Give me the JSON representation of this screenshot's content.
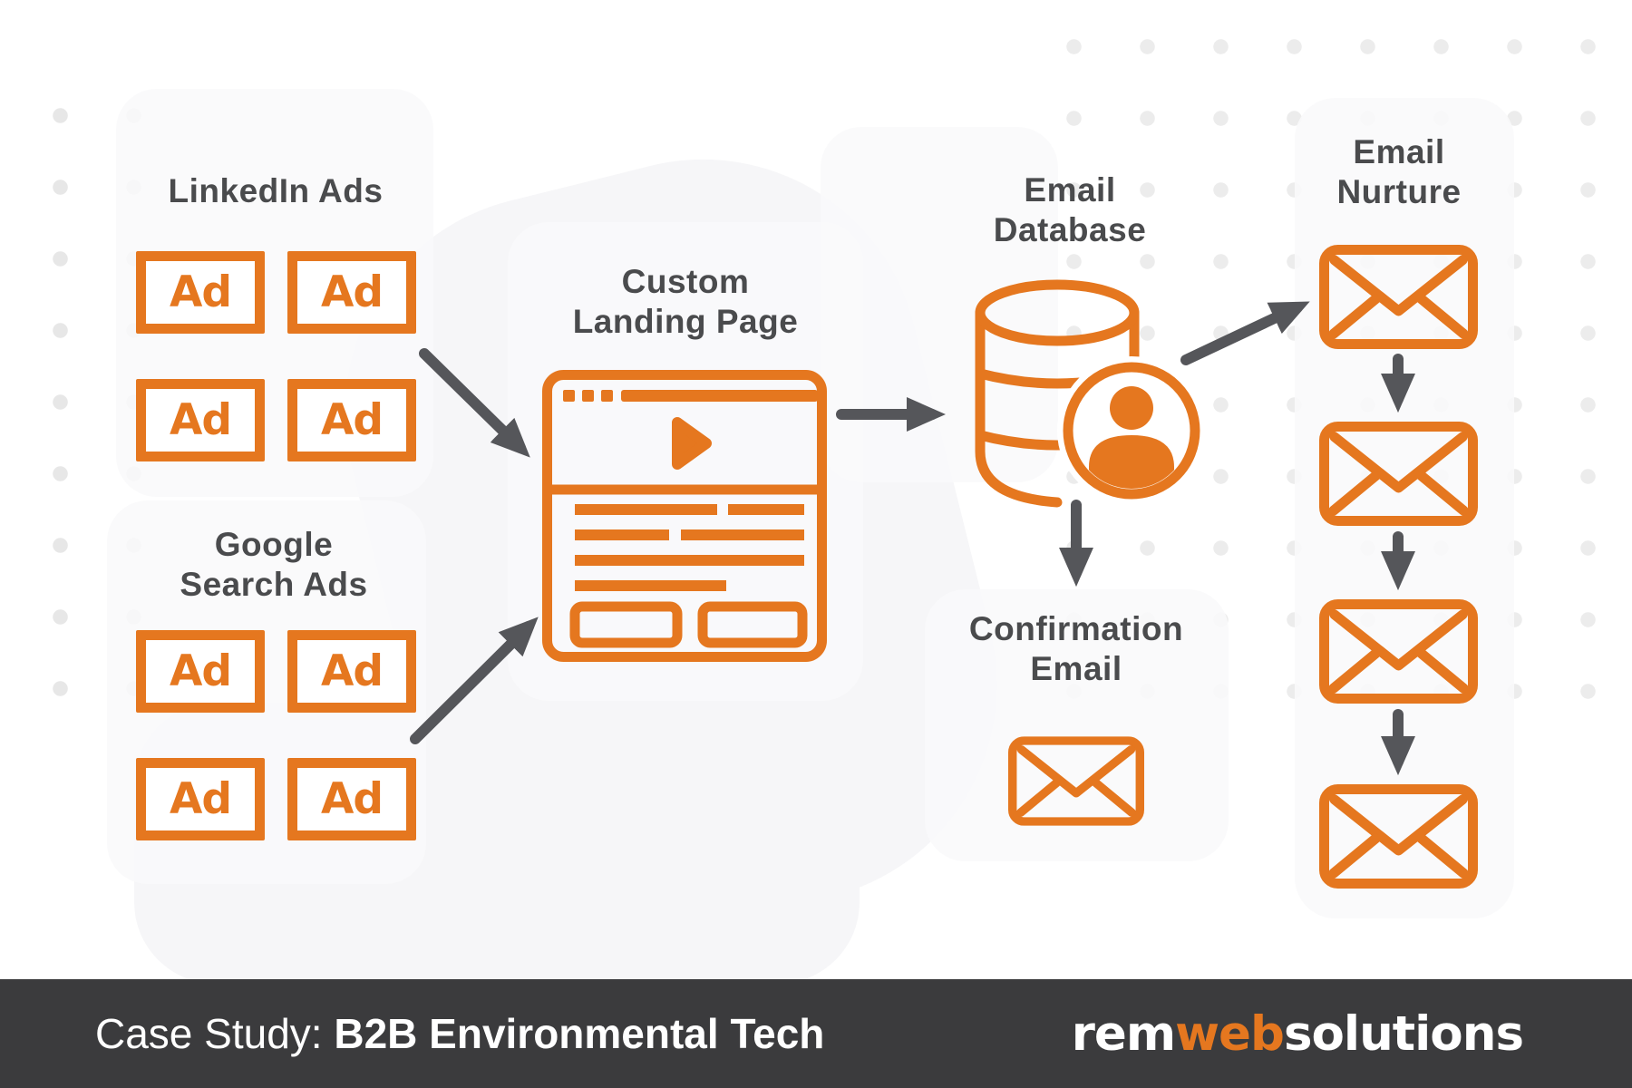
{
  "colors": {
    "accent_orange": "#e5771f",
    "arrow_gray": "#55565a",
    "text_gray": "#4a4b4d",
    "footer_bg": "#3b3b3d",
    "footer_text": "#ffffff",
    "dot_gray": "#e9e9e9"
  },
  "diagram": {
    "linkedin_ads": {
      "title": "LinkedIn Ads",
      "ad_label": "Ad",
      "ad_count": 4
    },
    "google_search_ads": {
      "title_line1": "Google",
      "title_line2": "Search Ads",
      "ad_label": "Ad",
      "ad_count": 4
    },
    "custom_landing_page": {
      "title_line1": "Custom",
      "title_line2": "Landing Page"
    },
    "email_database": {
      "title_line1": "Email",
      "title_line2": "Database"
    },
    "confirmation_email": {
      "title_line1": "Confirmation",
      "title_line2": "Email"
    },
    "email_nurture": {
      "title_line1": "Email",
      "title_line2": "Nurture",
      "email_count": 4
    }
  },
  "footer": {
    "caption_regular": "Case Study: ",
    "caption_bold": "B2B Environmental Tech",
    "logo_part1": "rem",
    "logo_part2": "web",
    "logo_part3": "solutions"
  }
}
